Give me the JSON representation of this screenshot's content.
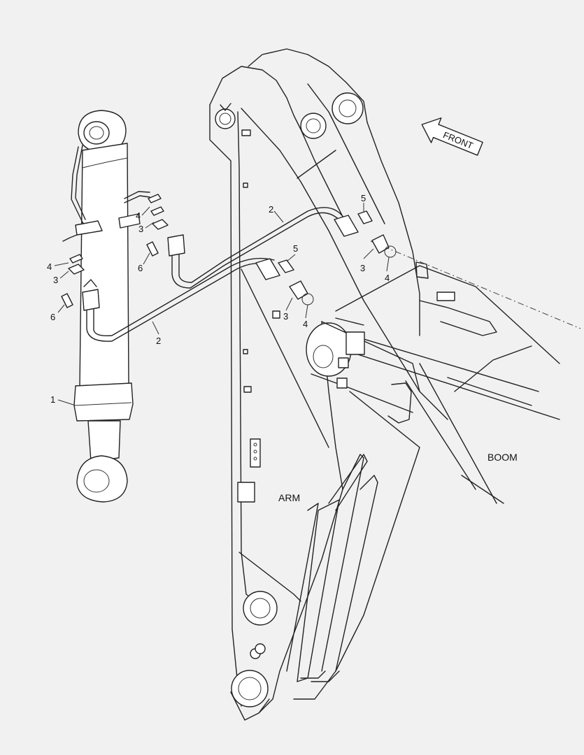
{
  "direction_label": "FRONT",
  "region_labels": {
    "arm": "ARM",
    "boom": "BOOM"
  },
  "callouts": {
    "c1": "1",
    "c2a": "2",
    "c2b": "2",
    "c3a": "3",
    "c3b": "3",
    "c3c": "3",
    "c3d": "3",
    "c4a": "4",
    "c4b": "4",
    "c4c": "4",
    "c4d": "4",
    "c5a": "5",
    "c5b": "5",
    "c6a": "6",
    "c6b": "6"
  },
  "icons": {
    "direction_arrow": "arrow-left-icon"
  }
}
